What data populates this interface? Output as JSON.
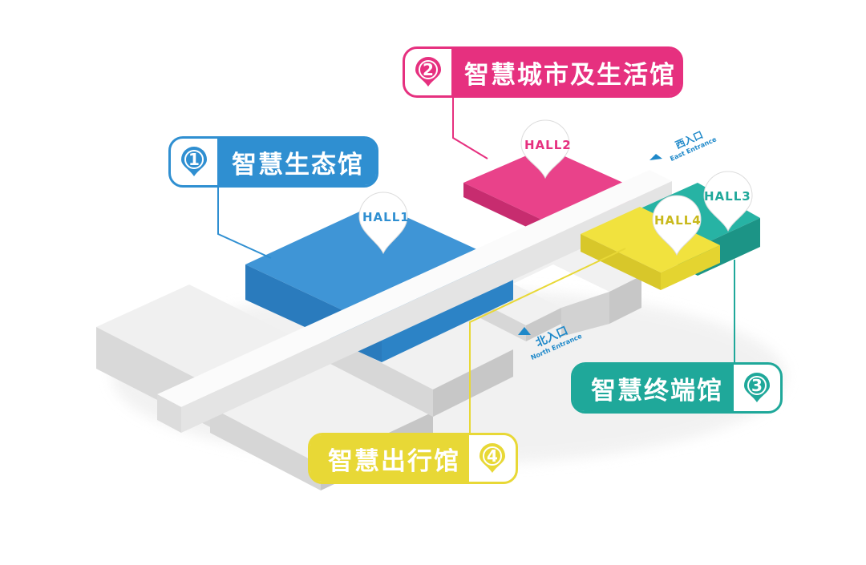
{
  "colors": {
    "blue": "#2f8fd1",
    "pink": "#e6307f",
    "teal": "#1fa89a",
    "yellow": "#e8d836"
  },
  "halls": [
    {
      "id": "hall1",
      "hall_label": "HALL1",
      "number": "1",
      "name": "智慧生态馆",
      "color": "#2f8fd1"
    },
    {
      "id": "hall2",
      "hall_label": "HALL2",
      "number": "2",
      "name": "智慧城市及生活馆",
      "color": "#e6307f"
    },
    {
      "id": "hall3",
      "hall_label": "HALL3",
      "number": "3",
      "name": "智慧终端馆",
      "color": "#1fa89a"
    },
    {
      "id": "hall4",
      "hall_label": "HALL4",
      "number": "4",
      "name": "智慧出行馆",
      "color": "#e8d836"
    }
  ],
  "entrances": {
    "east": {
      "cn": "西入口",
      "en": "East Entrance"
    },
    "north": {
      "cn": "北入口",
      "en": "North Entrance"
    }
  }
}
